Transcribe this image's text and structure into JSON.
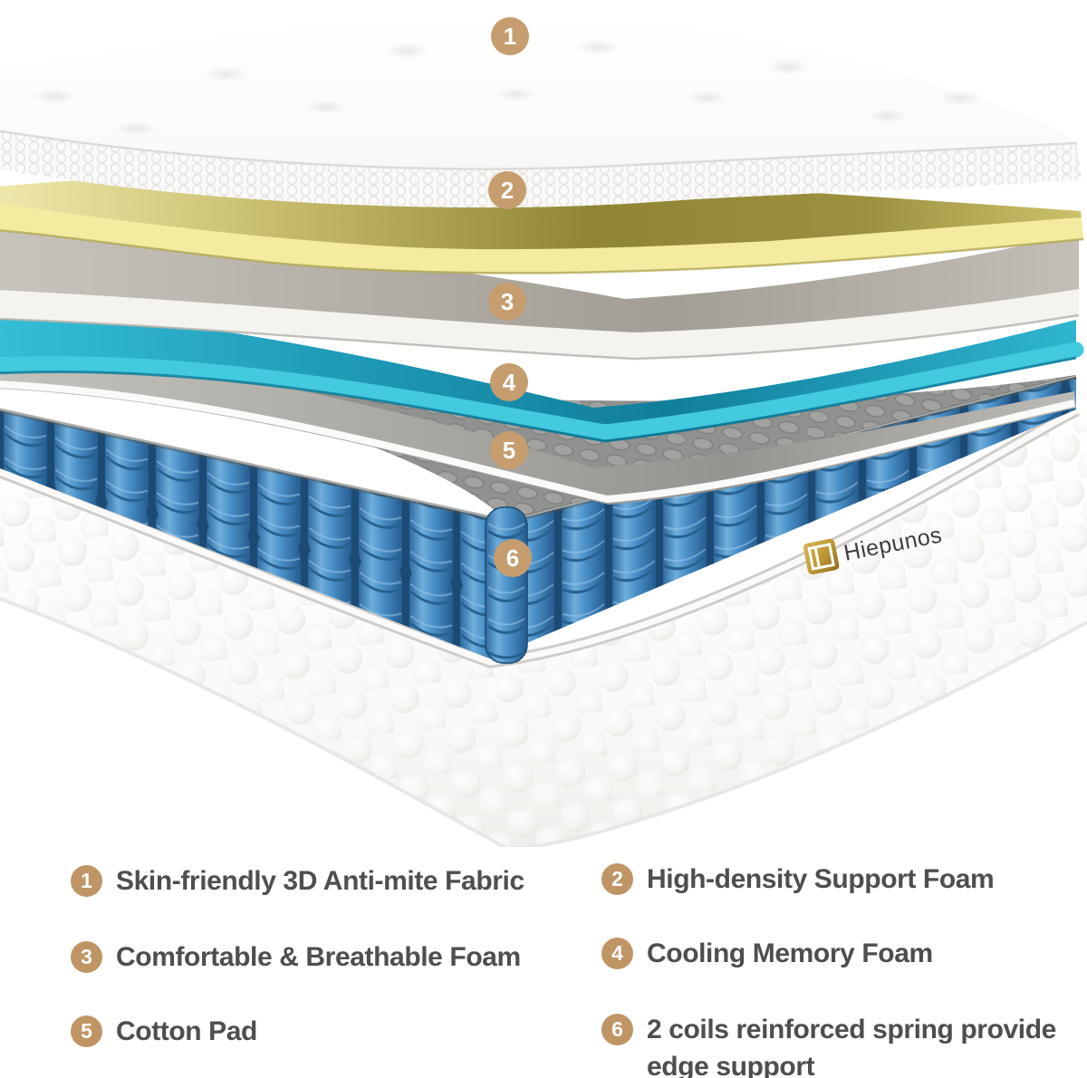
{
  "brand": {
    "logo_text": "Hiepunos"
  },
  "diagram": {
    "badge_color": "#C69D6F",
    "badges": [
      {
        "num": "1"
      },
      {
        "num": "2"
      },
      {
        "num": "3"
      },
      {
        "num": "4"
      },
      {
        "num": "5"
      },
      {
        "num": "6"
      }
    ],
    "layer_colors": {
      "top_fabric": "#FFFFFF",
      "support_foam_edge": "#F3ECA0",
      "support_foam_shadow": "#8F8534",
      "breathable_foam": "#BFBAB2",
      "memory_foam_edge": "#43CADF",
      "memory_foam_top": "#1D97B4",
      "cotton_pad": "#C4C2BD",
      "spring_blue": "#4A90C8",
      "spring_fabric_gray": "#90908E"
    }
  },
  "legend": {
    "text_color": "#4E4E4E",
    "badge_color": "#BF9566",
    "items": [
      {
        "num": "1",
        "label": "Skin-friendly 3D Anti-mite Fabric"
      },
      {
        "num": "2",
        "label": "High-density Support Foam"
      },
      {
        "num": "3",
        "label": "Comfortable & Breathable Foam"
      },
      {
        "num": "4",
        "label": "Cooling Memory Foam"
      },
      {
        "num": "5",
        "label": "Cotton Pad"
      },
      {
        "num": "6",
        "label": "2 coils reinforced spring provide edge support"
      }
    ]
  }
}
